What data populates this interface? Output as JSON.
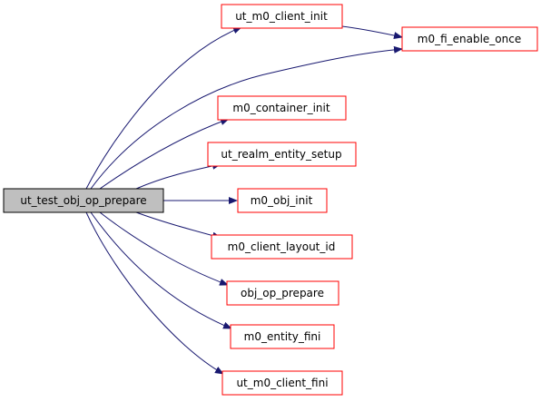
{
  "colors": {
    "background": "#ffffff",
    "root_fill": "#bfbfbf",
    "root_stroke": "#000000",
    "node_stroke": "#ff0000",
    "node_fill": "#ffffff",
    "edge": "#191970",
    "text": "#000000"
  },
  "nodes": {
    "root": "ut_test_obj_op_prepare",
    "client_init": "ut_m0_client_init",
    "fi_enable_once": "m0_fi_enable_once",
    "container_init": "m0_container_init",
    "realm_entity_setup": "ut_realm_entity_setup",
    "obj_init": "m0_obj_init",
    "client_layout_id": "m0_client_layout_id",
    "obj_op_prepare": "obj_op_prepare",
    "entity_fini": "m0_entity_fini",
    "client_fini": "ut_m0_client_fini"
  },
  "edges": [
    [
      "root",
      "client_init"
    ],
    [
      "root",
      "fi_enable_once"
    ],
    [
      "client_init",
      "fi_enable_once"
    ],
    [
      "root",
      "container_init"
    ],
    [
      "root",
      "realm_entity_setup"
    ],
    [
      "root",
      "obj_init"
    ],
    [
      "root",
      "client_layout_id"
    ],
    [
      "root",
      "obj_op_prepare"
    ],
    [
      "root",
      "entity_fini"
    ],
    [
      "root",
      "client_fini"
    ]
  ]
}
